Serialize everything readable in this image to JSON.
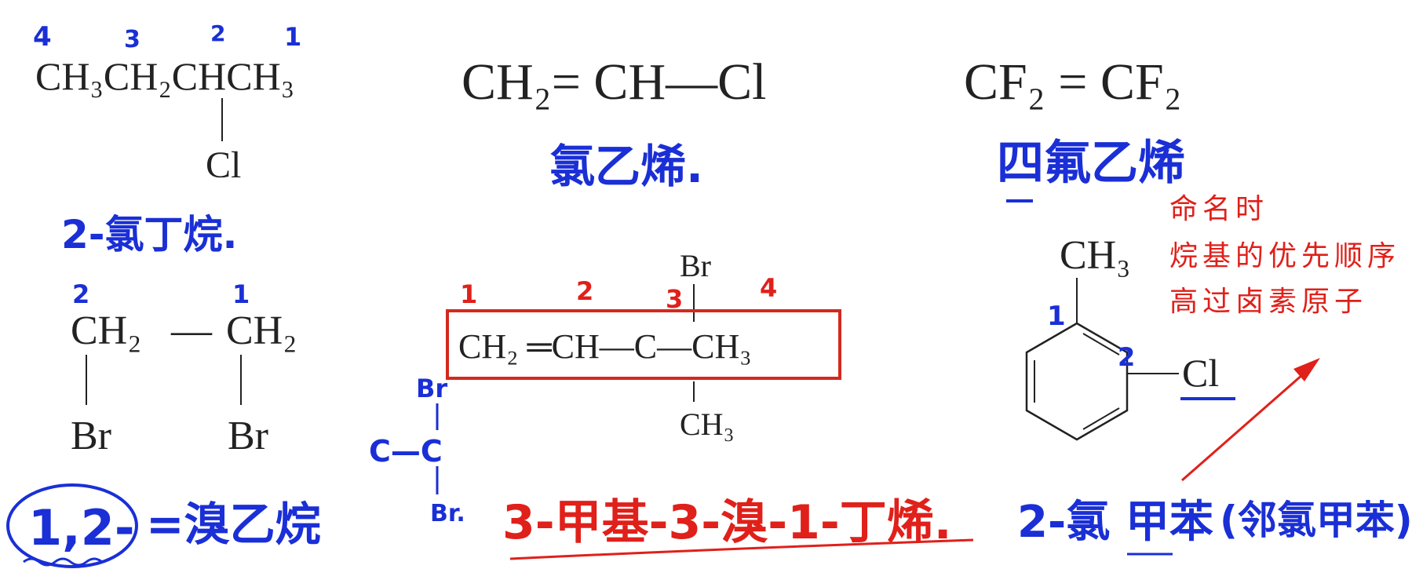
{
  "molecules": {
    "butane": {
      "main": "CH₃CH₂CHCH₃",
      "sub": "Cl",
      "nums": [
        "4",
        "3",
        "2",
        "1"
      ],
      "name": "2-氯丁烷."
    },
    "vinyl_chloride": {
      "formula": "CH₂= CH—Cl",
      "name": "氯乙烯."
    },
    "tfe": {
      "formula": "CF₂ = CF₂",
      "name": "四氟乙烯"
    },
    "dibromoethane": {
      "left": "CH₂",
      "right": "CH₂",
      "bond": "—",
      "br_left": "Br",
      "br_right": "Br",
      "nums": [
        "2",
        "1"
      ],
      "prefix": "1,2-",
      "name": "=溴乙烷"
    },
    "butene": {
      "top": "Br",
      "main": "CH₂ ═CH—C—CH₃",
      "bottom": "CH₃",
      "nums": [
        "1",
        "2",
        "3",
        "4"
      ],
      "name": "3-甲基-3-溴-1-丁烯."
    },
    "sketch": {
      "top": "Br",
      "left": "C—C",
      "bottom": "Br."
    },
    "toluene": {
      "ch3": "CH₃",
      "cl": "Cl",
      "nums": [
        "1",
        "2"
      ],
      "name_prefix": "2-氯",
      "name_core": "甲苯",
      "name_alt": "(邻氯甲苯)"
    }
  },
  "note": {
    "lines": [
      "命名时",
      "烷基的优先顺序",
      "高过卤素原子"
    ]
  },
  "colors": {
    "ink": "#222222",
    "blue": "#1a2fd6",
    "red": "#e0201a"
  }
}
